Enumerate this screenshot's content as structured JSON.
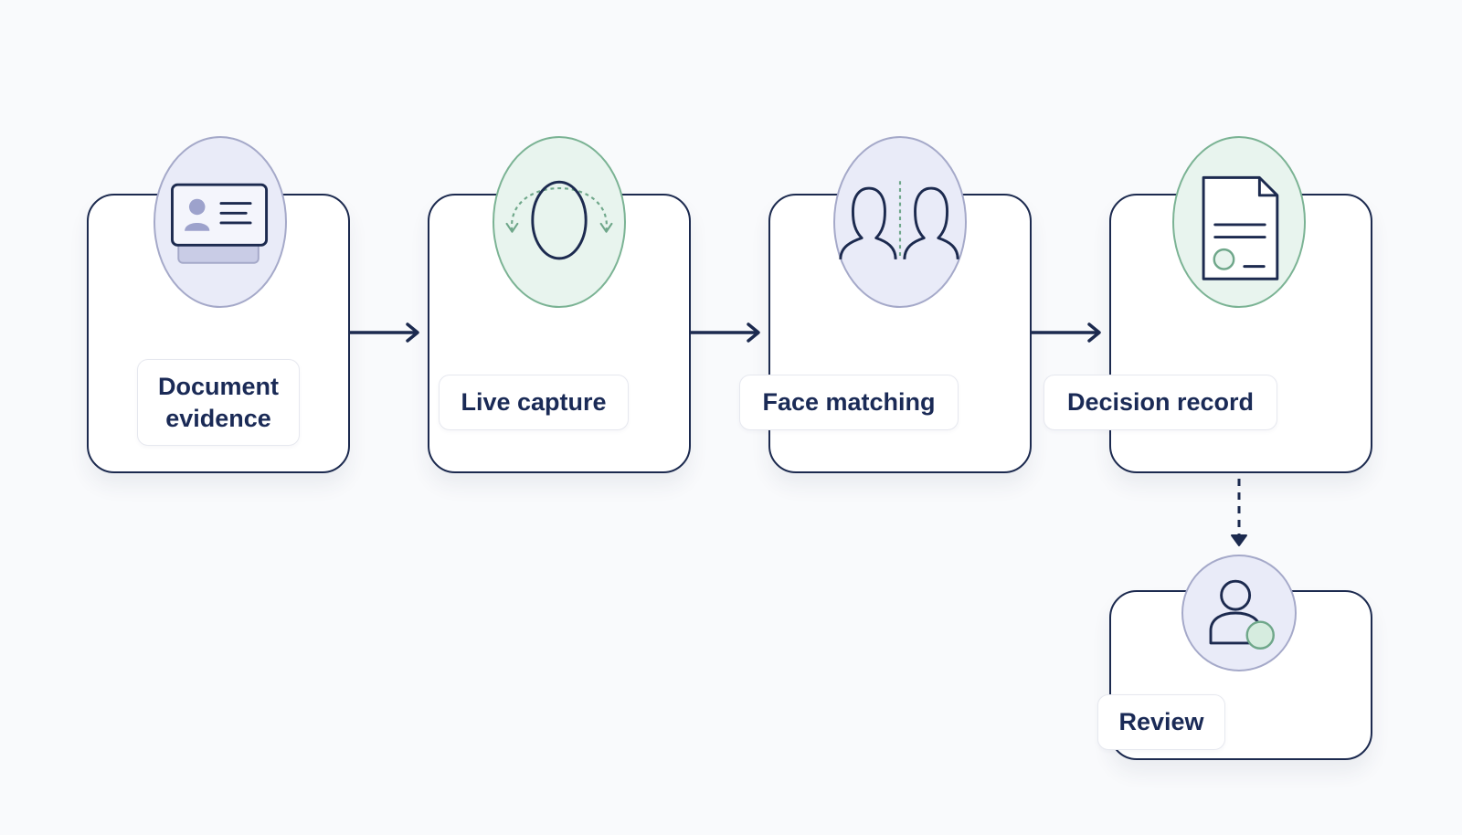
{
  "steps": [
    {
      "id": "document",
      "label": "Document\nevidence",
      "icon": "id-card-icon"
    },
    {
      "id": "live",
      "label": "Live capture",
      "icon": "face-scan-icon"
    },
    {
      "id": "face",
      "label": "Face matching",
      "icon": "face-compare-icon"
    },
    {
      "id": "decision",
      "label": "Decision record",
      "icon": "document-record-icon"
    }
  ],
  "review": {
    "label": "Review",
    "icon": "reviewer-icon"
  },
  "colors": {
    "ink": "#1a2a56",
    "card_border": "#1c2a4f",
    "lavender_fill": "#e9ebf8",
    "lavender_stroke": "#a5a9c9",
    "green_fill": "#e8f4ee",
    "green_stroke": "#7bb394",
    "background": "#f9fafc"
  }
}
